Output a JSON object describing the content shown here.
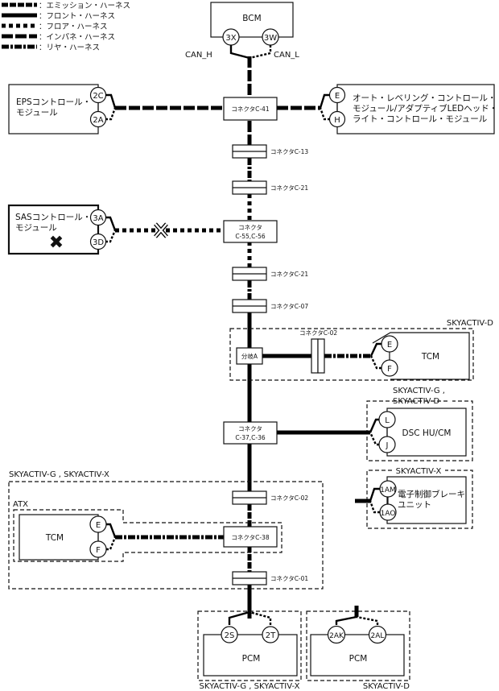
{
  "legend": [
    {
      "style": "emission",
      "label": "：エミッション・ハーネス"
    },
    {
      "style": "front",
      "label": "：フロント・ハーネス"
    },
    {
      "style": "floor",
      "label": "：フロア・ハーネス"
    },
    {
      "style": "instrument-panel",
      "label": "：インパネ・ハーネス"
    },
    {
      "style": "rear",
      "label": "：リヤ・ハーネス"
    }
  ],
  "bcm": {
    "name": "BCM",
    "pins": [
      "3X",
      "3W"
    ],
    "signals": [
      "CAN_H",
      "CAN_L"
    ]
  },
  "eps": {
    "name_lines": [
      "EPSコントロール・",
      "モジュール"
    ],
    "pins": [
      "2C",
      "2A"
    ]
  },
  "headlight": {
    "name_lines": [
      "オート・レベリング・コントロール・",
      "モジュール/アダプティブLEDヘッド・",
      "ライト・コントロール・モジュール"
    ],
    "pins": [
      "E",
      "H"
    ]
  },
  "sas": {
    "name_lines": [
      "SASコントロール・",
      "モジュール"
    ],
    "pins": [
      "3A",
      "3D"
    ],
    "fault_mark": "✖",
    "break_mark": "✕"
  },
  "connectors": {
    "c41": "コネクタC-41",
    "c13": "コネクタC-13",
    "c21a": "コネクタC-21",
    "c55_line1": "コネクタ",
    "c55_line2": "C-55,C-56",
    "c21b": "コネクタC-21",
    "c07": "コネクタC-07",
    "branch": "分岐A",
    "c02_tcm": "コネクタC-02",
    "c37_line1": "コネクタ",
    "c37_line2": "C-37,C-36",
    "c02": "コネクタC-02",
    "c38": "コネクタC-38",
    "c01": "コネクタC-01"
  },
  "tcm_d": {
    "group_label": "SKYACTIV-D",
    "name": "TCM",
    "pins": [
      "E",
      "F"
    ]
  },
  "dsc": {
    "group_label_lines": [
      "SKYACTIV-G ,",
      "SKYACTIV-D"
    ],
    "name": "DSC HU/CM",
    "pins": [
      "L",
      "J"
    ]
  },
  "epb": {
    "group_label": "SKYACTIV-X",
    "name_lines": [
      "電子制御ブレーキ",
      "ユニット"
    ],
    "pins": [
      "1AM",
      "1AO"
    ]
  },
  "gx_group": {
    "label": "SKYACTIV-G , SKYACTIV-X",
    "atx_label": "ATX"
  },
  "tcm_atx": {
    "name": "TCM",
    "pins": [
      "E",
      "F"
    ]
  },
  "pcm_gx": {
    "name": "PCM",
    "pins": [
      "2S",
      "2T"
    ],
    "group_label": "SKYACTIV-G , SKYACTIV-X"
  },
  "pcm_d": {
    "name": "PCM",
    "pins": [
      "2AK",
      "2AL"
    ],
    "group_label": "SKYACTIV-D"
  }
}
